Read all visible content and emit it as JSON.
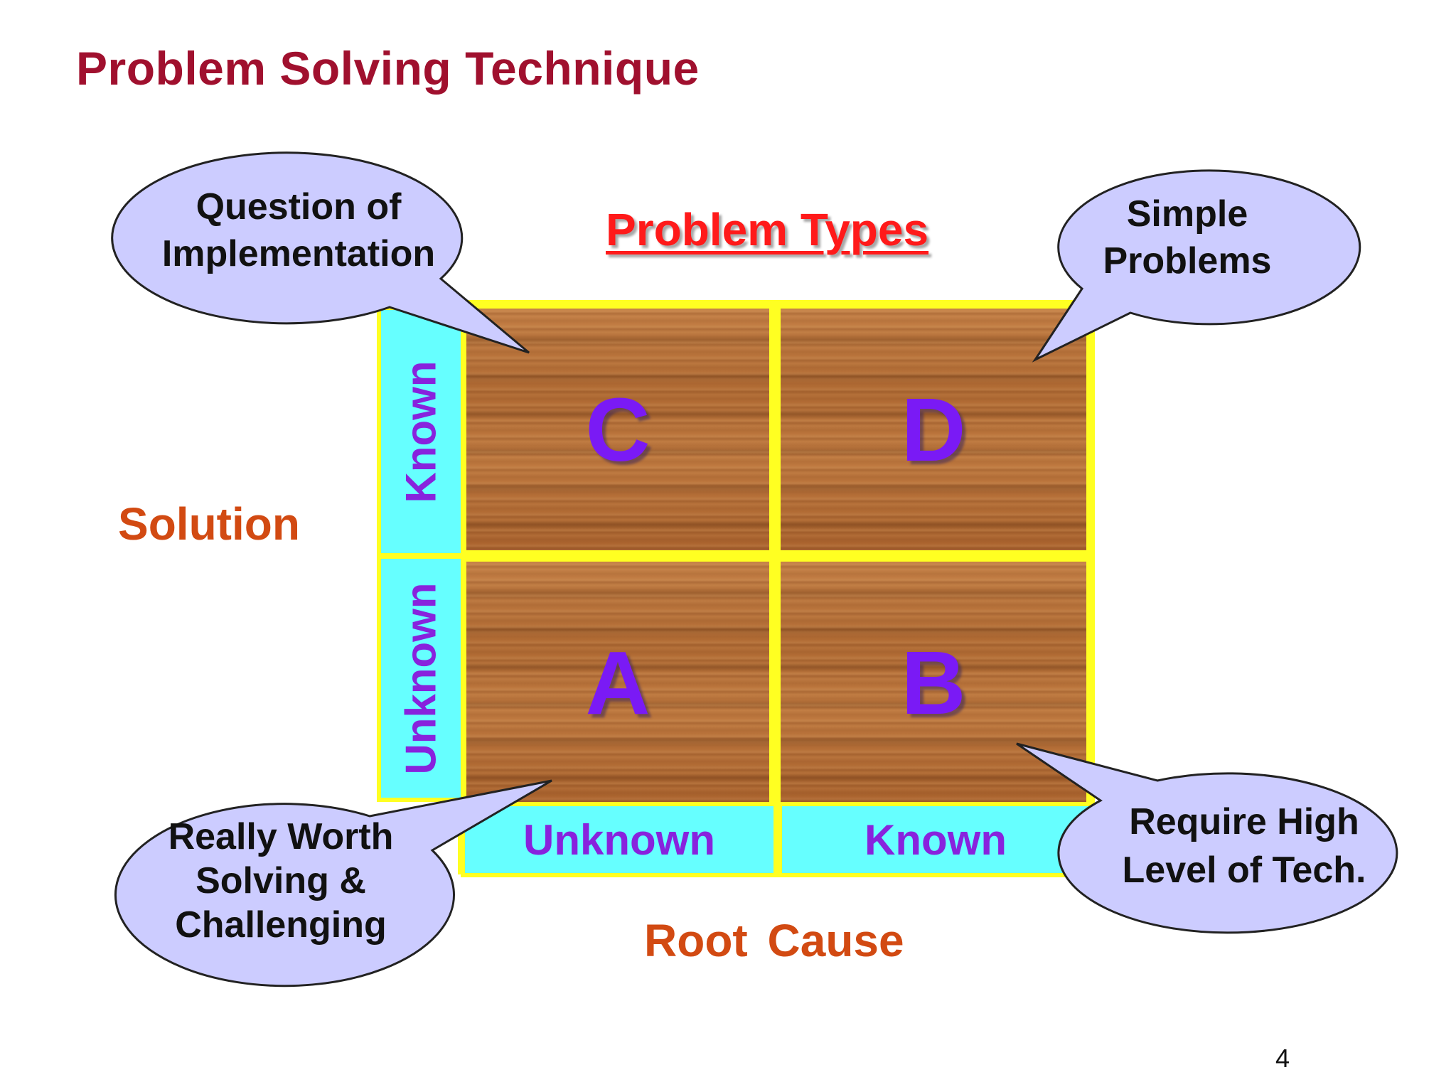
{
  "slide": {
    "title": "Problem Solving  Technique",
    "page_number": "4"
  },
  "diagram": {
    "heading": "Problem Types",
    "y_axis_label": "Solution",
    "x_axis_label": "Root  Cause",
    "row_labels": [
      "Known",
      "Unknown"
    ],
    "column_labels": [
      "Unknown",
      "Known"
    ],
    "cells": {
      "top_left": "C",
      "top_right": "D",
      "bottom_left": "A",
      "bottom_right": "B"
    }
  },
  "callouts": {
    "implementation": [
      "Question of",
      "Implementation"
    ],
    "simple": [
      "Simple",
      "Problems"
    ],
    "worth_solving": [
      "Really Worth",
      "Solving &",
      "Challenging"
    ],
    "high_tech": [
      "Require High",
      "Level of Tech."
    ]
  },
  "colors": {
    "title": "#a0102e",
    "heading": "#ff1a1a",
    "axis_label": "#d24a12",
    "cell_letter": "#7a1af5",
    "label_background": "#66ffff",
    "frame": "#ffff22",
    "callout_fill": "#ccccff"
  }
}
